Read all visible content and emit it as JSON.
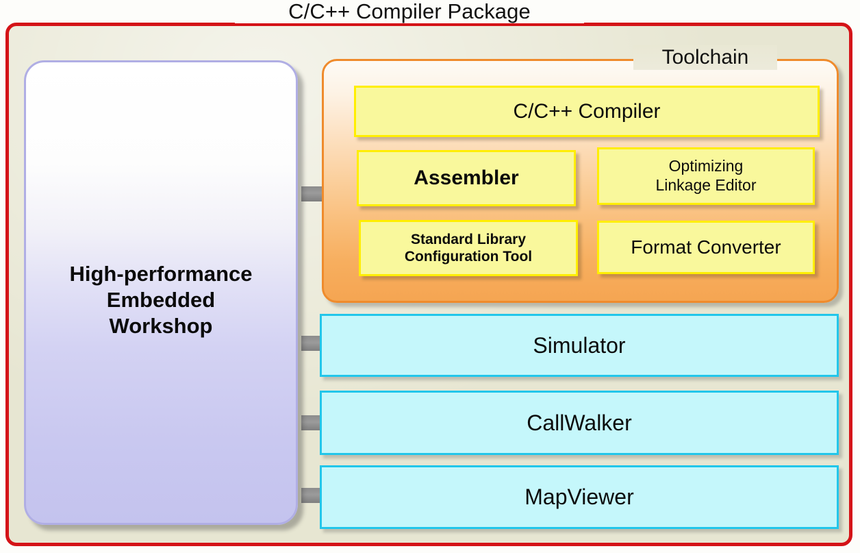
{
  "diagram": {
    "title": "C/C++ Compiler Package",
    "ide": {
      "label": "High-performance\nEmbedded\nWorkshop"
    },
    "toolchain": {
      "title": "Toolchain",
      "tools": [
        {
          "label": "C/C++ Compiler"
        },
        {
          "label": "Assembler"
        },
        {
          "label": "Optimizing\nLinkage Editor"
        },
        {
          "label": "Standard Library\nConfiguration Tool"
        },
        {
          "label": "Format Converter"
        }
      ]
    },
    "utilities": [
      {
        "label": "Simulator"
      },
      {
        "label": "CallWalker"
      },
      {
        "label": "MapViewer"
      }
    ],
    "colors": {
      "package_border": "#d41317",
      "package_fill": "#e7e6d2",
      "toolchain_border": "#ef8b2c",
      "toolchain_fill_top": "#fdfbf6",
      "toolchain_fill_bottom": "#f5a552",
      "tool_border": "#ffee00",
      "tool_fill": "#f9f89c",
      "utility_border": "#22c6ea",
      "utility_fill": "#c5f7fb",
      "ide_border": "#b0aee4",
      "ide_fill_top": "#ffffff",
      "ide_fill_bottom": "#c4c3ee",
      "connector": "#8c8c8c",
      "page_background": "#fdfdfa"
    }
  }
}
